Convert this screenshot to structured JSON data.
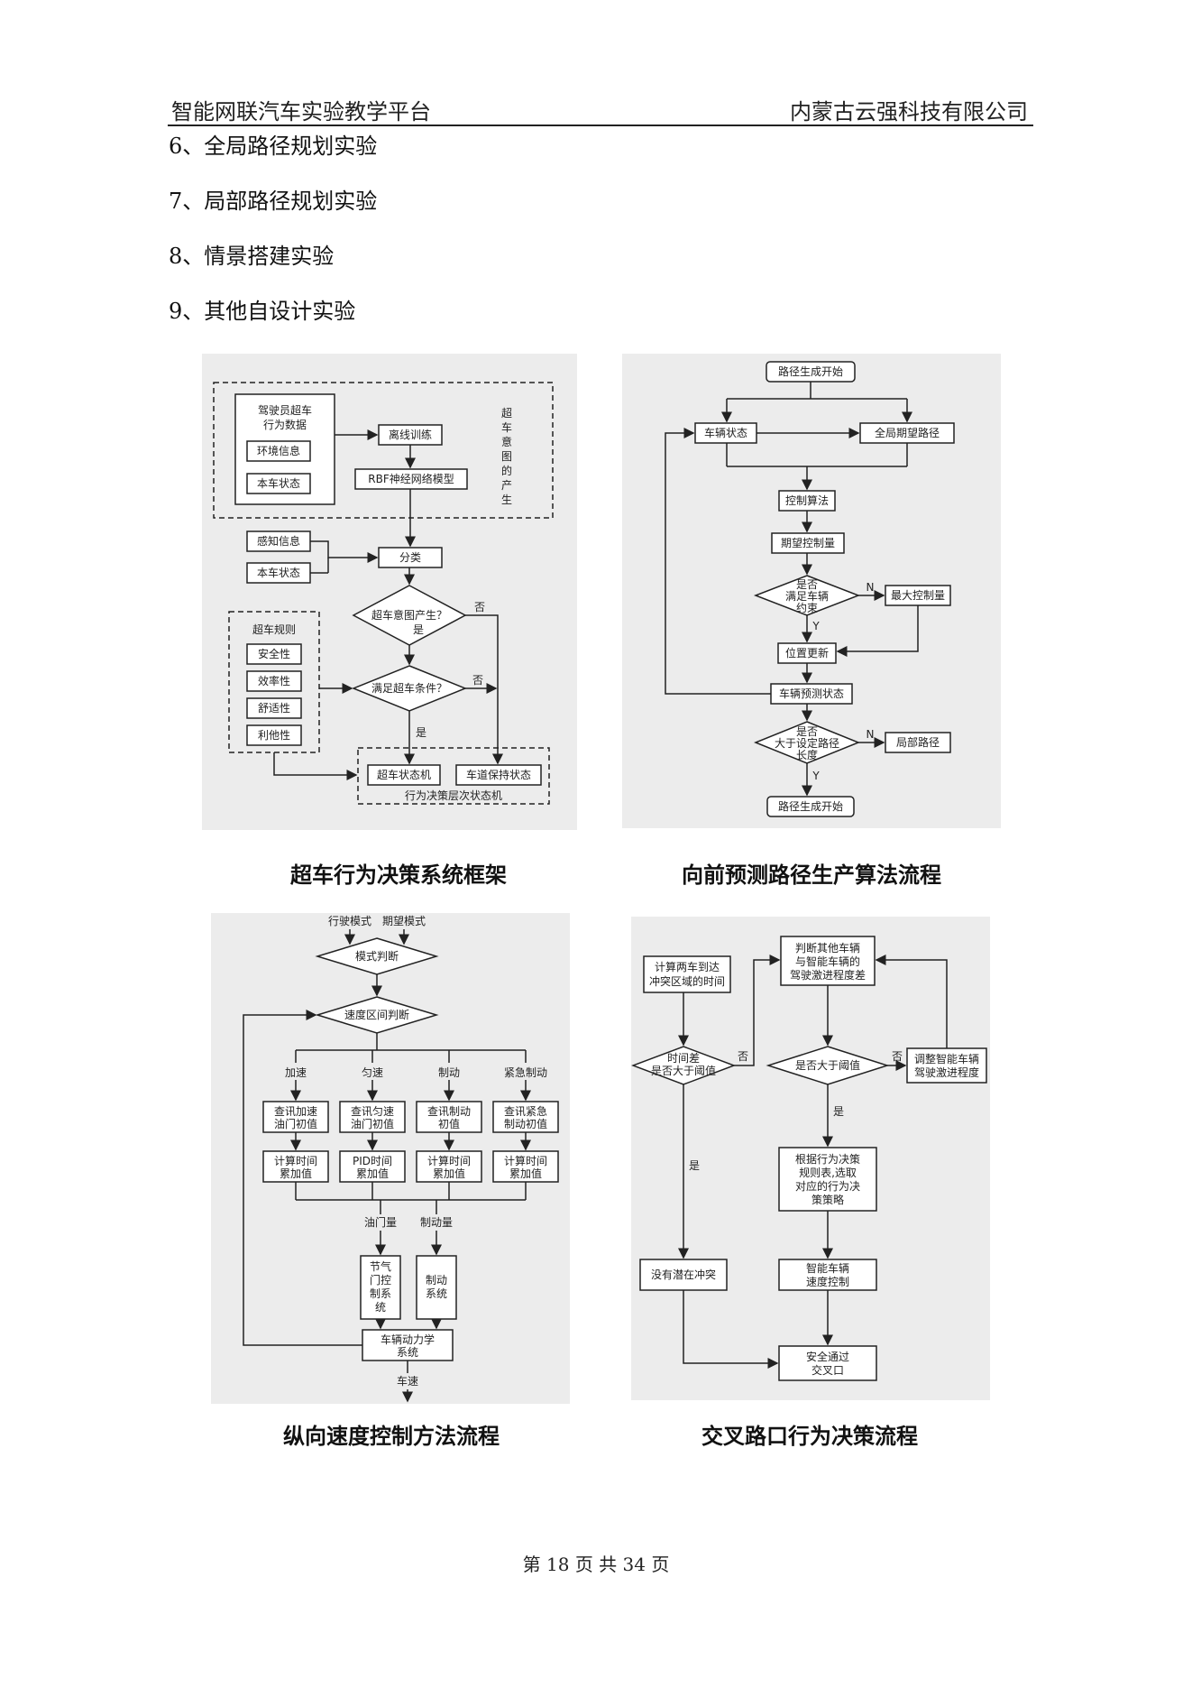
{
  "header": {
    "left": "智能网联汽车实验教学平台",
    "right": "内蒙古云强科技有限公司"
  },
  "experiments": [
    "6、全局路径规划实验",
    "7、局部路径规划实验",
    "8、情景搭建实验",
    "9、其他自设计实验"
  ],
  "fig1": {
    "caption": "超车行为决策系统框架",
    "driver_data": [
      "驾驶员超车",
      "行为数据"
    ],
    "env_info": "环境信息",
    "own_state": "本车状态",
    "offline": "离线训练",
    "rbf": "RBF神经网络模型",
    "intent_gen": [
      "超",
      "车",
      "意",
      "图",
      "的",
      "产",
      "生"
    ],
    "perception": "感知信息",
    "own_state2": "本车状态",
    "classify": "分类",
    "intent_q": "超车意图产生？",
    "yes1": "是",
    "no1": "否",
    "rules_title": "超车规则",
    "rules": [
      "安全性",
      "效率性",
      "舒适性",
      "利他性"
    ],
    "cond_q": "满足超车条件？",
    "no2": "否",
    "yes2": "是",
    "overtake_sm": "超车状态机",
    "lanekeep_sm": "车道保持状态",
    "hier_sm": "行为决策层次状态机"
  },
  "fig2": {
    "caption": "向前预测路径生产算法流程",
    "start": "路径生成开始",
    "veh_state": "车辆状态",
    "global_path": "全局期望路径",
    "ctrl_alg": "控制算法",
    "exp_ctrl": "期望控制量",
    "constraint_q": [
      "是否",
      "满足车辆",
      "约束"
    ],
    "n1": "N",
    "max_ctrl": "最大控制量",
    "y1": "Y",
    "pos_update": "位置更新",
    "pred_state": "车辆预测状态",
    "length_q": [
      "是否",
      "大于设定路径",
      "长度"
    ],
    "n2": "N",
    "local_path": "局部路径",
    "y2": "Y",
    "end": "路径生成开始"
  },
  "fig3": {
    "caption": "纵向速度控制方法流程",
    "drive_mode": "行驶模式",
    "exp_mode": "期望模式",
    "mode_judge": "模式判断",
    "speed_judge": "速度区间判断",
    "branches": [
      "加速",
      "匀速",
      "制动",
      "紧急制动"
    ],
    "lookups": [
      [
        "查讯加速",
        "油门初值"
      ],
      [
        "查讯匀速",
        "油门初值"
      ],
      [
        "查讯制动",
        "初值"
      ],
      [
        "查讯紧急",
        "制动初值"
      ]
    ],
    "calcs": [
      [
        "计算时间",
        "累加值"
      ],
      [
        "PID时间",
        "累加值"
      ],
      [
        "计算时间",
        "累加值"
      ],
      [
        "计算时间",
        "累加值"
      ]
    ],
    "throttle_amt": "油门量",
    "brake_amt": "制动量",
    "throttle_sys": [
      "节气",
      "门控",
      "制系",
      "统"
    ],
    "brake_sys": [
      "制动",
      "系统"
    ],
    "dynamics": [
      "车辆动力学",
      "系统"
    ],
    "speed": "车速"
  },
  "fig4": {
    "caption": "交叉路口行为决策流程",
    "calc_time": [
      "计算两车到达",
      "冲突区域的时间"
    ],
    "judge_other": [
      "判断其他车辆",
      "与智能车辆的",
      "驾驶激进程度差"
    ],
    "time_diff_q": [
      "时间差",
      "是否大于阈值"
    ],
    "no1": "否",
    "thresh_q": "是否大于阈值",
    "no2": "否",
    "adjust": [
      "调整智能车辆",
      "驾驶激进程度"
    ],
    "yes_r": "是",
    "strategy": [
      "根据行为决策",
      "规则表,选取",
      "对应的行为决",
      "策策略"
    ],
    "yes_l": "是",
    "no_conflict": "没有潜在冲突",
    "speed_ctrl": [
      "智能车辆",
      "速度控制"
    ],
    "pass": [
      "安全通过",
      "交叉口"
    ]
  },
  "footer": {
    "text": "第 18 页 共 34 页"
  }
}
